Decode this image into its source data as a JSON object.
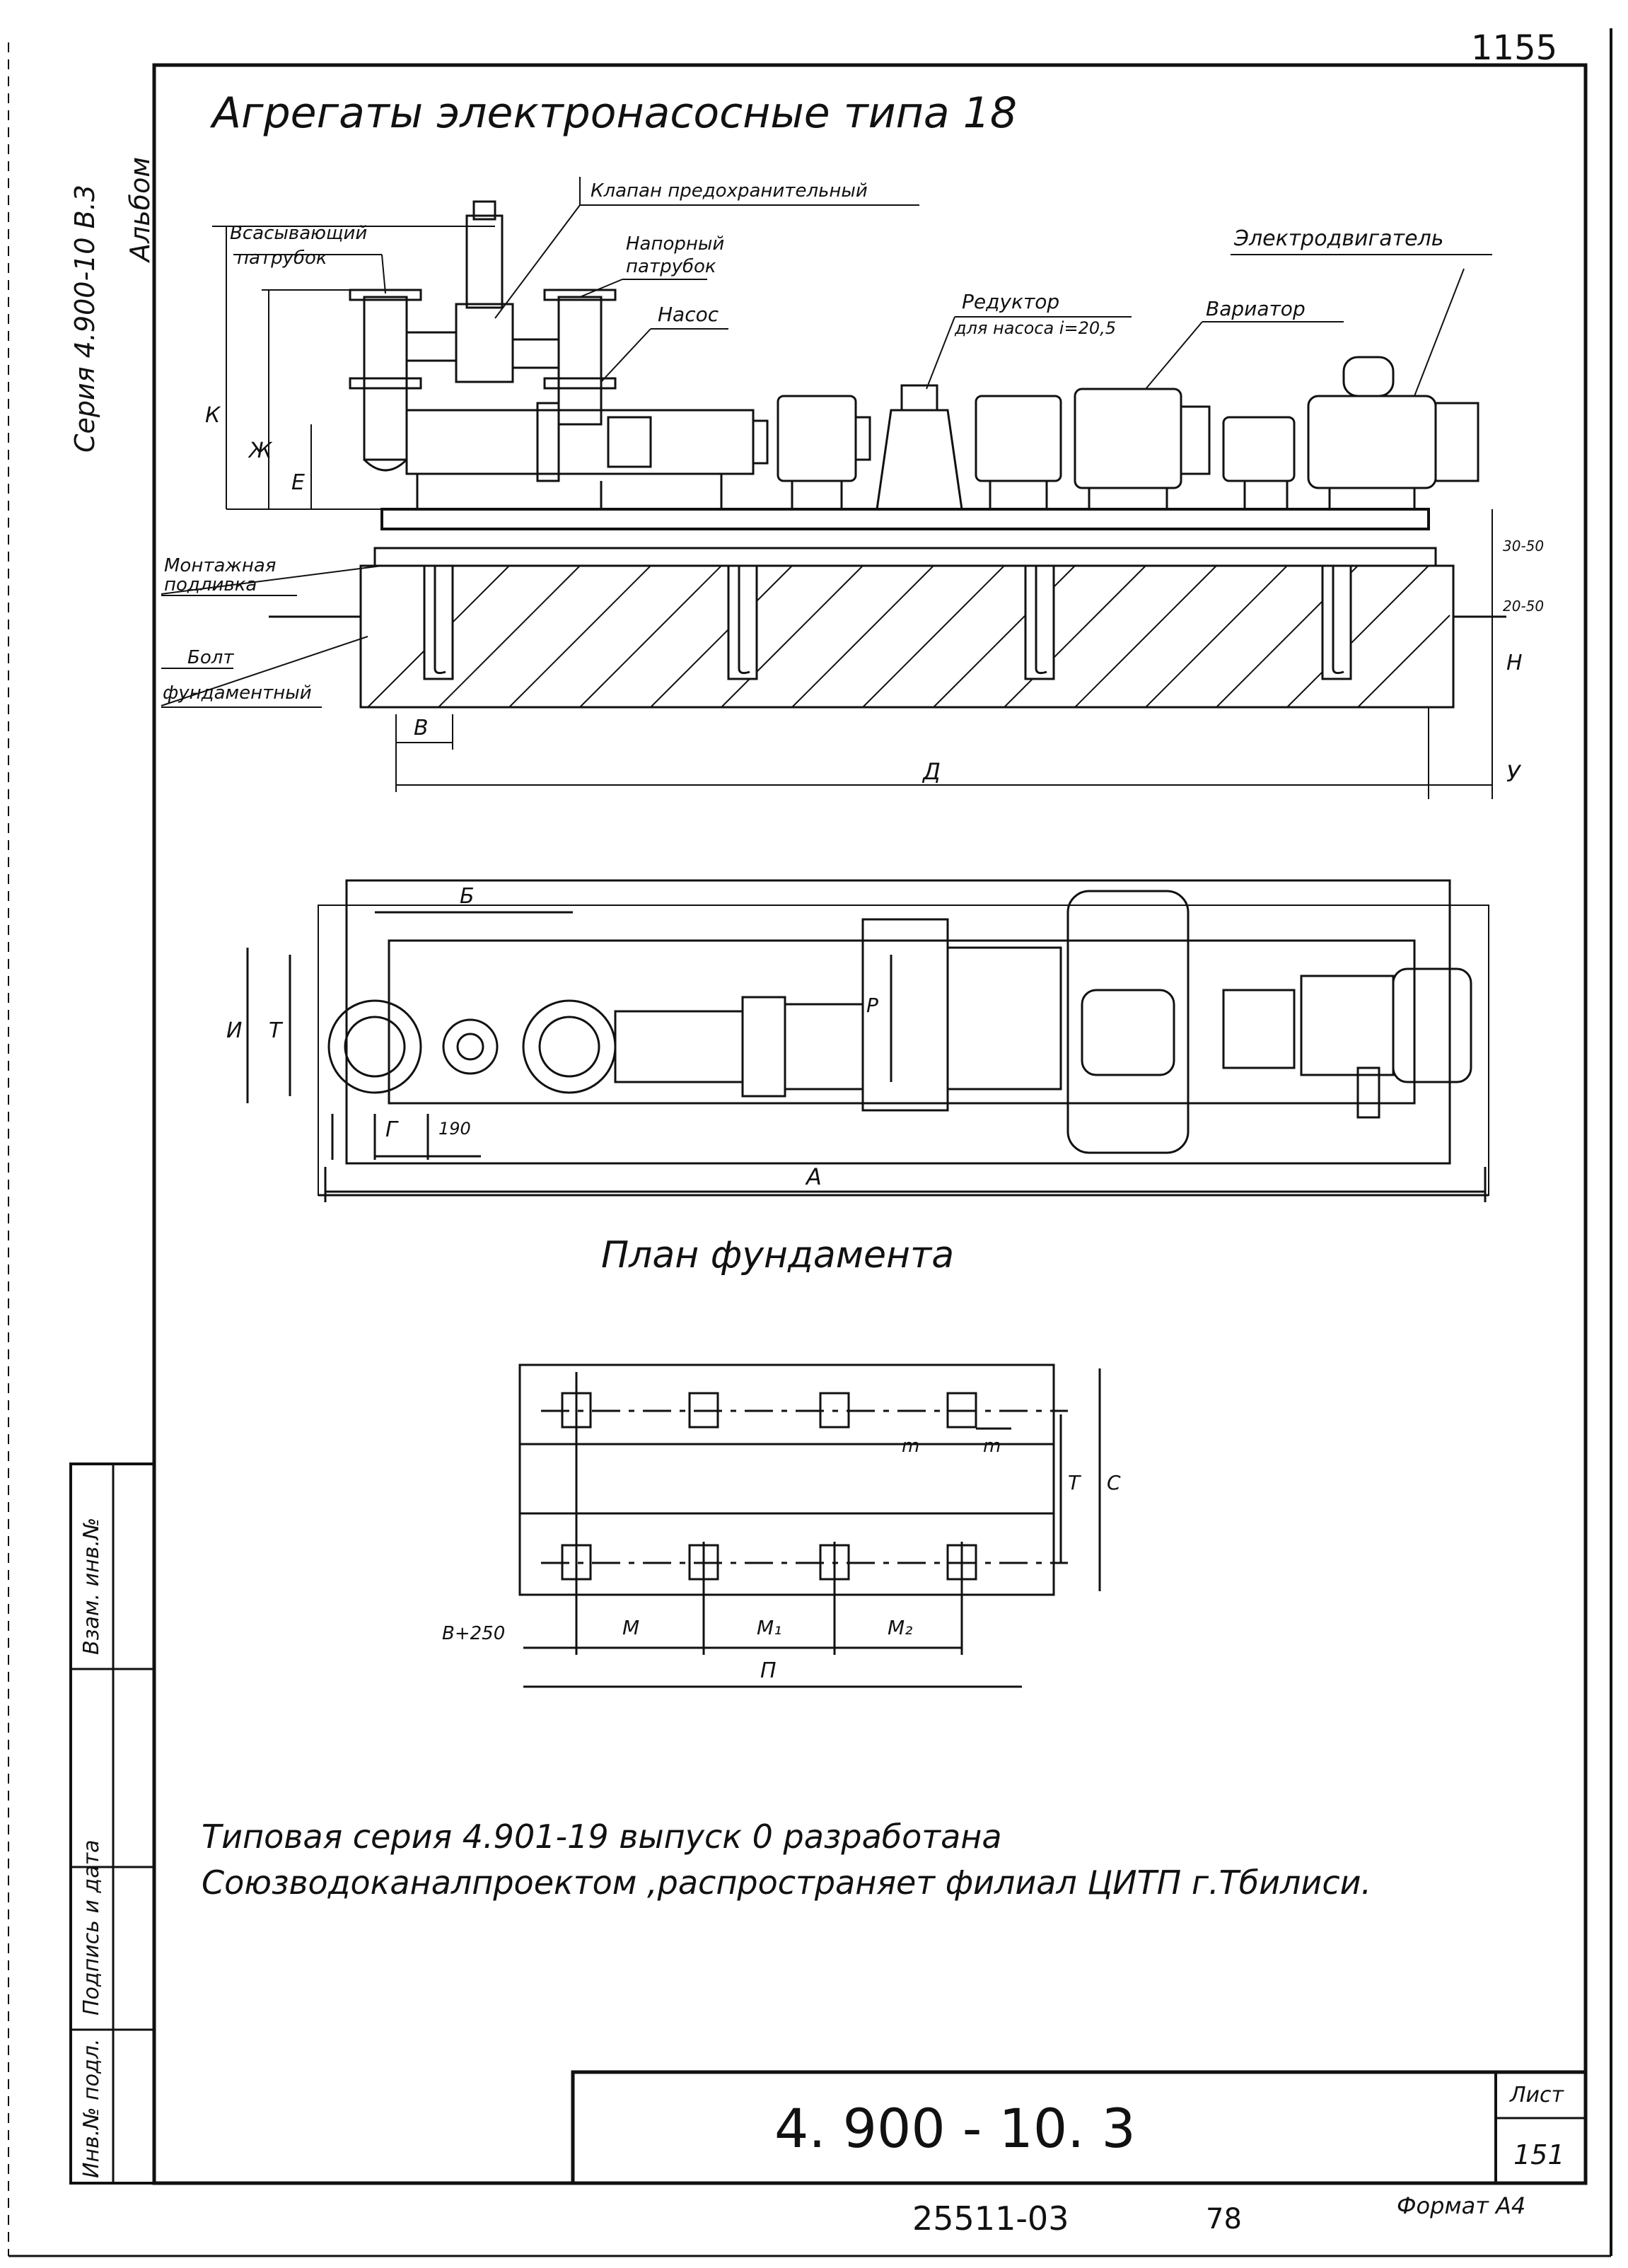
{
  "page_number": "1155",
  "margin": {
    "series": "Серия  4.900-10 В.3",
    "album": "Альбом"
  },
  "title": "Агрегаты      электронасосные      типа    18",
  "callouts": {
    "safety_valve": "Клапан предохранительный",
    "suction_pipe_1": "Всасывающий",
    "suction_pipe_2": "патрубок",
    "discharge_pipe_1": "Напорный",
    "discharge_pipe_2": "патрубок",
    "pump": "Насос",
    "reducer_1": "Редуктор",
    "reducer_2": "для насоса i=20,5",
    "variator": "Вариатор",
    "motor": "Электродвигатель",
    "mounting_pad_1": "Монтажная",
    "mounting_pad_2": "подливка",
    "bolt_1": "Болт",
    "bolt_2": "фундаментный"
  },
  "dimensions": {
    "K": "К",
    "ZH": "Ж",
    "E": "Е",
    "V": "В",
    "D": "Д",
    "U": "У",
    "H": "Н",
    "h1": "30-50",
    "h2": "20-50",
    "B": "Б",
    "I": "И",
    "T": "Т",
    "R": "Р",
    "G": "Г",
    "g190": "190",
    "A": "А",
    "m1": "m",
    "m2": "m",
    "T2": "Т",
    "C": "С",
    "V250": "В+250",
    "M": "М",
    "M1": "М₁",
    "M2": "М₂",
    "P": "П"
  },
  "plan_title": "План фундамента",
  "note_line1": "Типовая      серия    4.901-19   выпуск  0   разработана",
  "note_line2": "Союзводоканалпроектом ,распространяет филиал ЦИТП г.Тбилиси.",
  "stamp": {
    "designation": "4. 900  -   10. 3",
    "sheet_label": "Лист",
    "sheet_number": "151"
  },
  "side_stamp": {
    "vzam": "Взам. инв.№",
    "podpis": "Подпись и дата",
    "inv": "Инв.№ подл."
  },
  "footer": {
    "order": "25511-03",
    "copy": "78",
    "format": "Формат А4"
  }
}
